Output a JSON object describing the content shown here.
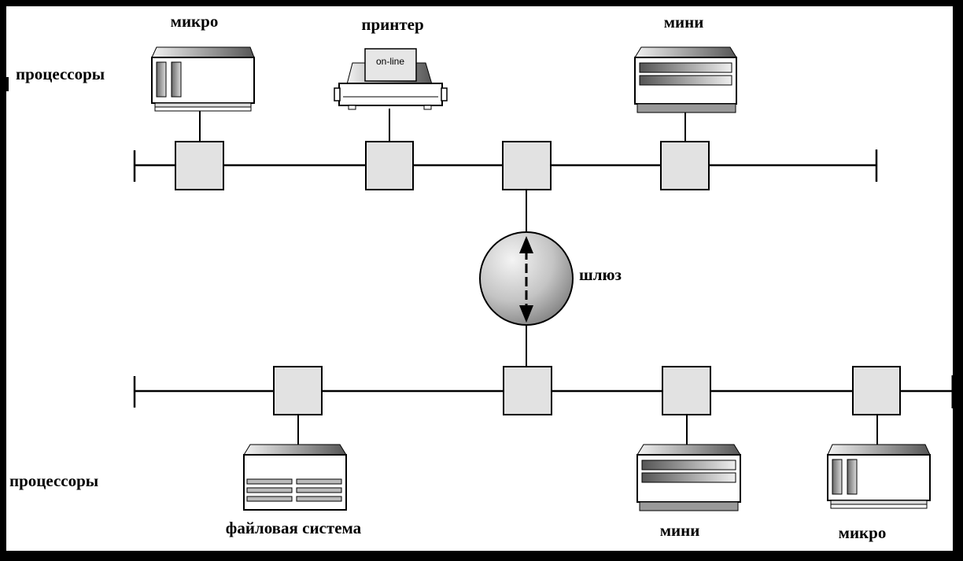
{
  "labels": {
    "processors_top": "процессоры",
    "processors_bottom": "процессоры",
    "micro_top": "микро",
    "printer": "принтер",
    "mini_top": "мини",
    "gateway": "шлюз",
    "file_system": "файловая система",
    "mini_bottom": "мини",
    "micro_bottom": "микро",
    "printer_status": "on-line"
  },
  "colors": {
    "frame": "#000000",
    "background": "#ffffff",
    "node_fill": "#e2e2e2",
    "line": "#000000"
  }
}
